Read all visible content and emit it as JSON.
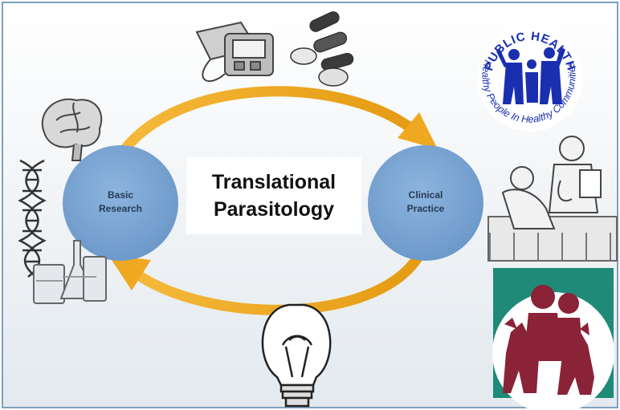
{
  "diagram": {
    "title_line1": "Translational",
    "title_line2": "Parasitology",
    "nodes": [
      {
        "id": "basic-research",
        "line1": "Basic",
        "line2": "Research"
      },
      {
        "id": "clinical-practice",
        "line1": "Clinical",
        "line2": "Practice"
      }
    ],
    "edges": [
      {
        "from": "basic-research",
        "to": "clinical-practice",
        "direction": "top-arc"
      },
      {
        "from": "clinical-practice",
        "to": "basic-research",
        "direction": "bottom-arc"
      }
    ]
  },
  "logos": {
    "public_health_top": "PUBLIC HEALTH",
    "public_health_ring": "Healthy People In Healthy Communities"
  },
  "icons": [
    "brain-icon",
    "dna-icon",
    "lab-glassware-icon",
    "blood-pressure-monitor-icon",
    "pills-icon",
    "public-health-logo",
    "doctor-patient-icon",
    "lightbulb-icon",
    "family-pets-logo"
  ],
  "colors": {
    "node_fill": "#7ba5d3",
    "arrow": "#f0a820",
    "background": "#eef2f5",
    "border": "#7fa0bd",
    "logo_blue": "#1a2fb0",
    "logo_maroon": "#8a2338",
    "logo_teal": "#1f8a78"
  }
}
